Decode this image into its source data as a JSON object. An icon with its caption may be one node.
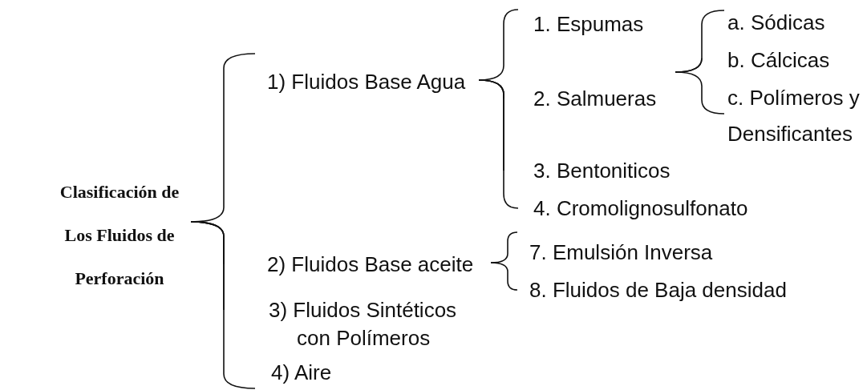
{
  "diagram": {
    "nodes": [
      {
        "text": [
          "Clasificación de Los Fluidos de Perforación"
        ]
      },
      {
        "text": [
          "1) Fluidos Base Agua"
        ]
      },
      {
        "text": [
          "1. Espumas"
        ]
      },
      {
        "text": [
          "2. Salmueras"
        ]
      },
      {
        "text": [
          "a. Sódicas"
        ]
      },
      {
        "text": [
          "b. Cálcicas"
        ]
      },
      {
        "text": [
          "c. Polímeros y Densificantes"
        ]
      },
      {
        "text": [
          "3. Bentoniticos"
        ]
      },
      {
        "text": [
          "4. Cromolignosulfonato"
        ]
      },
      {
        "text": [
          "2) Fluidos Base aceite"
        ]
      },
      {
        "text": [
          "7. Emulsión Inversa"
        ]
      },
      {
        "text": [
          "8. Fluidos de Baja densidad"
        ]
      },
      {
        "text": [
          "3) Fluidos Sintéticos con Polímeros"
        ]
      },
      {
        "text": [
          "4) Aire"
        ]
      }
    ],
    "edges": [
      {
        "from": 0,
        "to": 1,
        "arrow": "none"
      },
      {
        "from": 0,
        "to": 9,
        "arrow": "none"
      },
      {
        "from": 0,
        "to": 12,
        "arrow": "none"
      },
      {
        "from": 0,
        "to": 13,
        "arrow": "none"
      },
      {
        "from": 1,
        "to": 2,
        "arrow": "none"
      },
      {
        "from": 1,
        "to": 3,
        "arrow": "none"
      },
      {
        "from": 1,
        "to": 7,
        "arrow": "none"
      },
      {
        "from": 1,
        "to": 8,
        "arrow": "none"
      },
      {
        "from": 3,
        "to": 4,
        "arrow": "none"
      },
      {
        "from": 3,
        "to": 5,
        "arrow": "none"
      },
      {
        "from": 3,
        "to": 6,
        "arrow": "none"
      },
      {
        "from": 9,
        "to": 10,
        "arrow": "none"
      },
      {
        "from": 9,
        "to": 11,
        "arrow": "none"
      }
    ]
  }
}
